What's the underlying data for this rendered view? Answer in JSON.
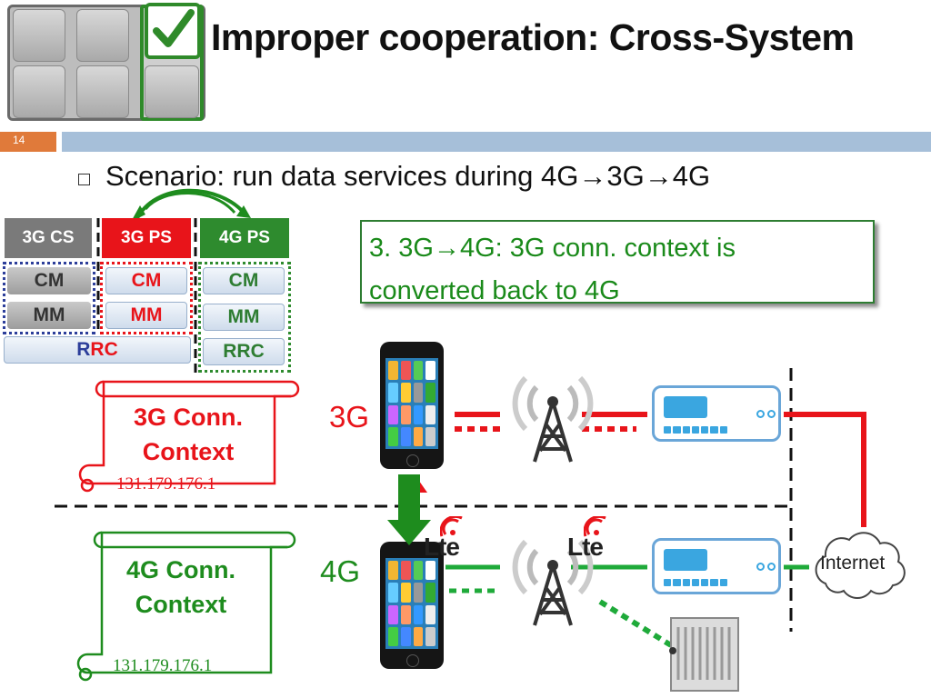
{
  "title": "Improper cooperation: Cross-System",
  "slide_number": "14",
  "scenario": {
    "prefix": "Scenario: run data services during 4G",
    "arrow": "→",
    "mid": "3G",
    "arrow2": "→",
    "end": "4G"
  },
  "stacks": {
    "cs3g": {
      "header": "3G CS",
      "cm": "CM",
      "mm": "MM"
    },
    "ps3g": {
      "header": "3G PS",
      "cm": "CM",
      "mm": "MM"
    },
    "ps4g": {
      "header": "4G PS",
      "cm": "CM",
      "mm": "MM",
      "rrc": "RRC"
    },
    "rrc3g": {
      "r1": "R",
      "r2": "RC"
    }
  },
  "callout": {
    "line1_a": "3. 3G",
    "line1_arrow": "→",
    "line1_b": "4G: 3G conn. context is",
    "line2": "converted back to 4G"
  },
  "context3g": {
    "line1": "3G Conn.",
    "line2": "Context",
    "ip": "131.179.176.1"
  },
  "context4g": {
    "line1": "4G Conn.",
    "line2": "Context",
    "ip": "131.179.176.1"
  },
  "labels": {
    "net3g": "3G",
    "net4g": "4G",
    "lte1": "Lte",
    "lte2": "Lte",
    "internet": "Internet"
  },
  "colors": {
    "red": "#e8141a",
    "green": "#1e8c1e",
    "blue": "#2c3e9a",
    "gray": "#555555"
  }
}
